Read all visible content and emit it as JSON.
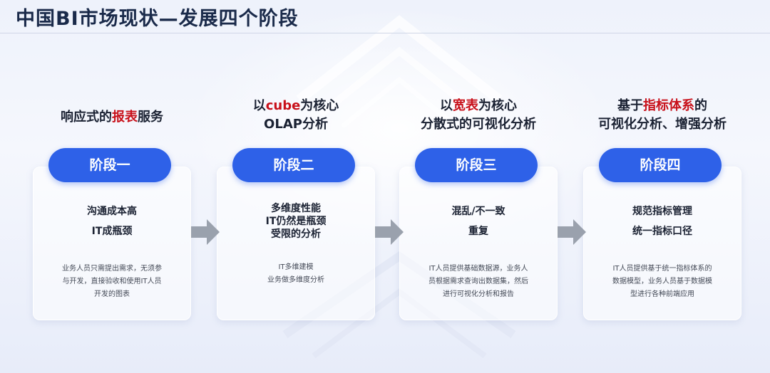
{
  "page": {
    "title": "中国BI市场现状—发展四个阶段"
  },
  "stages": [
    {
      "heading": [
        {
          "pre": "响应式的",
          "hl": "报表",
          "post": "服务"
        }
      ],
      "badge": "阶段一",
      "main": [
        "沟通成本高",
        "IT成瓶颈"
      ],
      "desc": [
        "业务人员只需提出需求，无须参",
        "与开发，直接验收和使用IT人员",
        "开发的图表"
      ]
    },
    {
      "heading": [
        {
          "pre": "以",
          "hl": "cube",
          "post": "为核心"
        },
        {
          "pre": "OLAP分析",
          "hl": "",
          "post": ""
        }
      ],
      "badge": "阶段二",
      "main": [
        "多维度性能",
        "IT仍然是瓶颈",
        "受限的分析"
      ],
      "desc": [
        "IT多维建模",
        "业务做多维度分析"
      ]
    },
    {
      "heading": [
        {
          "pre": "以",
          "hl": "宽表",
          "post": "为核心"
        },
        {
          "pre": "分散式的可视化分析",
          "hl": "",
          "post": ""
        }
      ],
      "badge": "阶段三",
      "main": [
        "混乱/不一致",
        "重复"
      ],
      "desc": [
        "IT人员提供基础数据源，业务人",
        "员根据需求查询出数据集，然后",
        "进行可视化分析和报告"
      ]
    },
    {
      "heading": [
        {
          "pre": "基于",
          "hl": "指标体系",
          "post": "的"
        },
        {
          "pre": "可视化分析、增强分析",
          "hl": "",
          "post": ""
        }
      ],
      "badge": "阶段四",
      "main": [
        "规范指标管理",
        "统一指标口径"
      ],
      "desc": [
        "IT人员提供基于统一指标体系的",
        "数据模型，业务人员基于数据模",
        "型进行各种前端应用"
      ]
    }
  ],
  "colors": {
    "accent": "#2e61e8",
    "highlight": "#c8101a",
    "arrow": "#9aa1ad"
  },
  "icons": {
    "arrow": "arrow-right-icon"
  }
}
